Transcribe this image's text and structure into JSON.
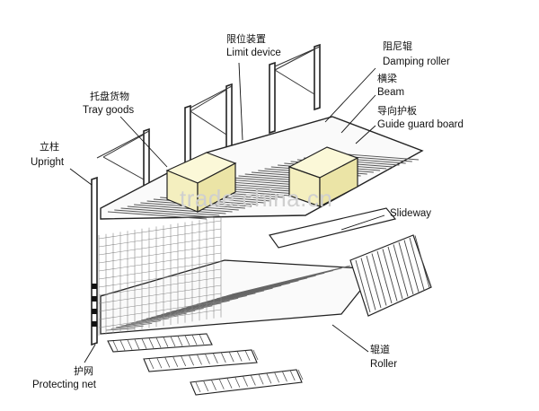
{
  "labels": {
    "limit_device": {
      "cn": "限位装置",
      "en": "Limit device"
    },
    "damping_roller": {
      "cn": "阻尼辊",
      "en": "Damping roller"
    },
    "beam": {
      "cn": "横梁",
      "en": "Beam"
    },
    "guide_guard_board": {
      "cn": "导向护板",
      "en": "Guide guard board"
    },
    "tray_goods": {
      "cn": "托盘货物",
      "en": "Tray goods"
    },
    "upright": {
      "cn": "立柱",
      "en": "Upright"
    },
    "slideway": {
      "en": "Slideway"
    },
    "roller": {
      "cn": "辊道",
      "en": "Roller"
    },
    "protecting_net": {
      "cn": "护网",
      "en": "Protecting net"
    }
  },
  "watermark": "trade.china.cn",
  "colors": {
    "line": "#222222",
    "paper": "#ffffff",
    "box": "#f6f2c6",
    "warning": "#111111"
  }
}
